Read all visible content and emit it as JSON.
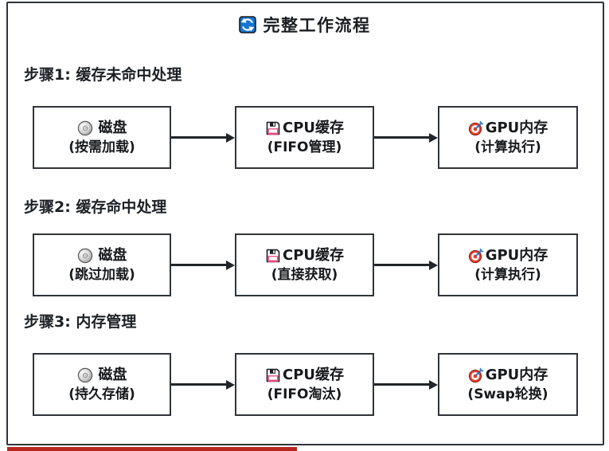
{
  "title": {
    "icon": "refresh-icon",
    "text": "完整工作流程"
  },
  "steps": [
    {
      "label": "步骤1: 缓存未命中处理",
      "nodes": [
        {
          "icon": "cd-icon",
          "title": "磁盘",
          "subtitle": "(按需加载)"
        },
        {
          "icon": "floppy-icon",
          "title": "CPU缓存",
          "subtitle": "(FIFO管理)"
        },
        {
          "icon": "target-icon",
          "title": "GPU内存",
          "subtitle": "(计算执行)"
        }
      ]
    },
    {
      "label": "步骤2: 缓存命中处理",
      "nodes": [
        {
          "icon": "cd-icon",
          "title": "磁盘",
          "subtitle": "(跳过加载)"
        },
        {
          "icon": "floppy-icon",
          "title": "CPU缓存",
          "subtitle": "(直接获取)"
        },
        {
          "icon": "target-icon",
          "title": "GPU内存",
          "subtitle": "(计算执行)"
        }
      ]
    },
    {
      "label": "步骤3: 内存管理",
      "nodes": [
        {
          "icon": "cd-icon",
          "title": "磁盘",
          "subtitle": "(持久存储)"
        },
        {
          "icon": "floppy-icon",
          "title": "CPU缓存",
          "subtitle": "(FIFO淘汰)"
        },
        {
          "icon": "target-icon",
          "title": "GPU内存",
          "subtitle": "(Swap轮换)"
        }
      ]
    }
  ],
  "colors": {
    "border": "#30343a",
    "text": "#17191c",
    "accent_blue": "#1576d2",
    "floppy_pink": "#e8477d",
    "target_red": "#e8402a",
    "bottom_bar_red": "#b7271d"
  }
}
